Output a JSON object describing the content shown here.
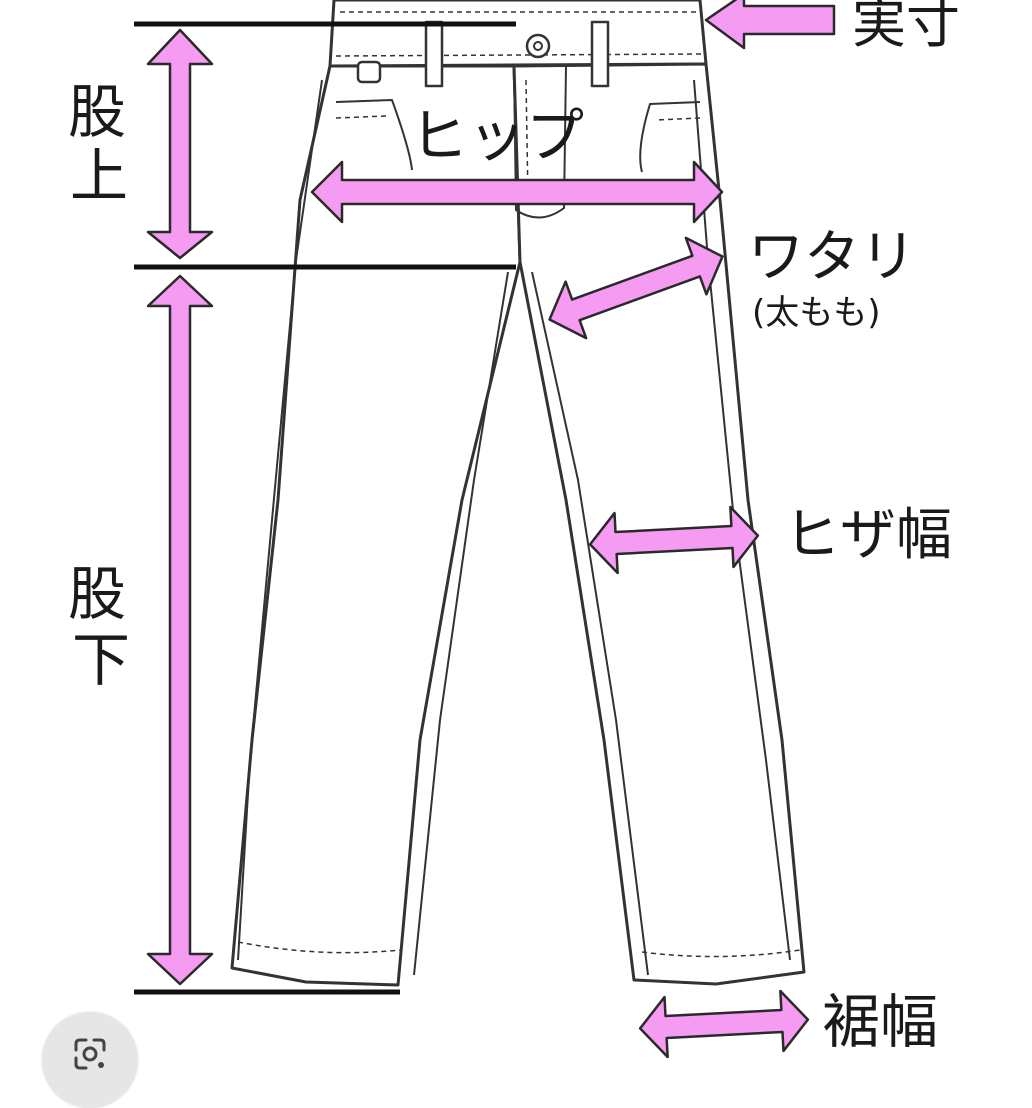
{
  "diagram": {
    "labels": {
      "actual_size": "実寸",
      "rise_line1": "股",
      "rise_line2": "上",
      "hip": "ヒップ",
      "thigh": "ワタリ",
      "thigh_note": "(太もも)",
      "knee_width": "ヒザ幅",
      "inseam_line1": "股",
      "inseam_line2": "下",
      "hem_width": "裾幅"
    },
    "colors": {
      "arrow_fill": "#f59cf2",
      "arrow_stroke": "#2a2a2a",
      "line": "#111111",
      "garment_fill": "#ffffff",
      "garment_stroke": "#333333"
    }
  },
  "overlay": {
    "lens_button_icon": "google-lens-icon"
  }
}
